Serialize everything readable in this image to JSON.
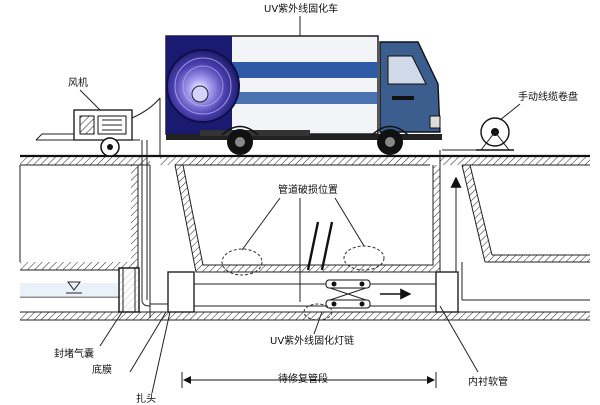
{
  "labels": {
    "uv_truck": "UV紫外线固化车",
    "fan": "风机",
    "reel": "手动线缆卷盘",
    "damage": "管道破损位置",
    "airbag": "封堵气囊",
    "base_film": "底膜",
    "uv_chain": "UV紫外线固化灯链",
    "liner": "内衬软管",
    "tie_head": "扎头",
    "repair_section": "待修复管段"
  },
  "colors": {
    "line": "#111111",
    "tank_dark": "#1a1a70",
    "tank_glow": "#8a7cd8",
    "stripe_blue": "#2f5aa6",
    "cab_blue": "#3b5e8e",
    "water": "#dde8f4"
  }
}
